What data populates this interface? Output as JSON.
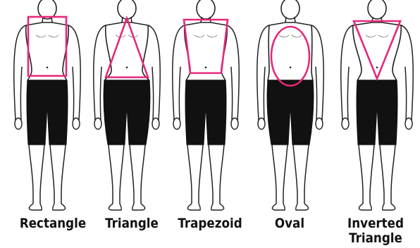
{
  "figures": [
    {
      "id": "rectangle",
      "label": "Rectangle",
      "shape": "rectangle"
    },
    {
      "id": "triangle",
      "label": "Triangle",
      "shape": "triangle"
    },
    {
      "id": "trapezoid",
      "label": "Trapezoid",
      "shape": "trapezoid"
    },
    {
      "id": "oval",
      "label": "Oval",
      "shape": "oval"
    },
    {
      "id": "inverted-triangle",
      "label": "Inverted Triangle",
      "label_lines": [
        "Inverted",
        "Triangle"
      ],
      "shape": "inverted-triangle"
    }
  ],
  "colors": {
    "outline": "#e6287a",
    "shorts": "#111111",
    "body_line": "#222222",
    "background": "#ffffff"
  }
}
